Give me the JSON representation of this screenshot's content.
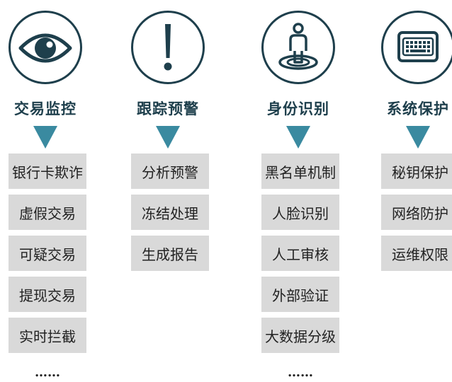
{
  "colors": {
    "dark_teal": "#1e3f4c",
    "arrow_teal": "#3a8aa0",
    "item_bg": "#d9d9d9"
  },
  "columns": [
    {
      "title": "交易监控",
      "icon": "eye-icon",
      "items": [
        "银行卡欺诈",
        "虚假交易",
        "可疑交易",
        "提现交易",
        "实时拦截"
      ],
      "more": "……"
    },
    {
      "title": "跟踪预警",
      "icon": "exclamation-icon",
      "items": [
        "分析预警",
        "冻结处理",
        "生成报告"
      ]
    },
    {
      "title": "身份识别",
      "icon": "person-target-icon",
      "items": [
        "黑名单机制",
        "人脸识别",
        "人工审核",
        "外部验证",
        "大数据分级"
      ],
      "more": "……"
    },
    {
      "title": "系统保护",
      "icon": "keyboard-icon",
      "items": [
        "秘钥保护",
        "网络防护",
        "运维权限"
      ]
    }
  ]
}
